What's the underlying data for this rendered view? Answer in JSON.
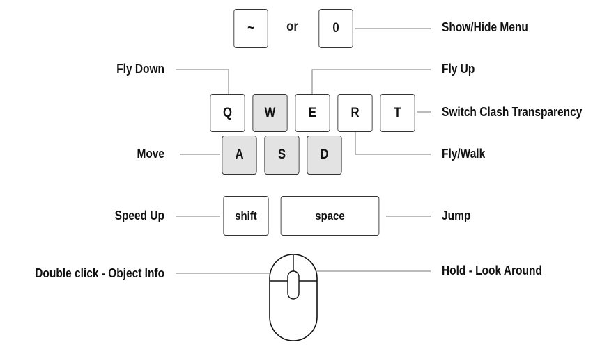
{
  "keys": {
    "tilde": "~",
    "zero": "0",
    "q": "Q",
    "w": "W",
    "e": "E",
    "r": "R",
    "t": "T",
    "a": "A",
    "s": "S",
    "d": "D",
    "shift": "shift",
    "space": "space"
  },
  "connector_or": "or",
  "labels": {
    "show_hide_menu": "Show/Hide Menu",
    "fly_down": "Fly Down",
    "fly_up": "Fly Up",
    "switch_clash": "Switch Clash Transparency",
    "move": "Move",
    "fly_walk": "Fly/Walk",
    "speed_up": "Speed Up",
    "jump": "Jump",
    "object_info": "Double click - Object Info",
    "look_around": "Hold - Look Around"
  },
  "colors": {
    "highlight": "#e3e3e3",
    "line": "#777777",
    "text": "#111111"
  },
  "icons": [
    "mouse-icon"
  ]
}
